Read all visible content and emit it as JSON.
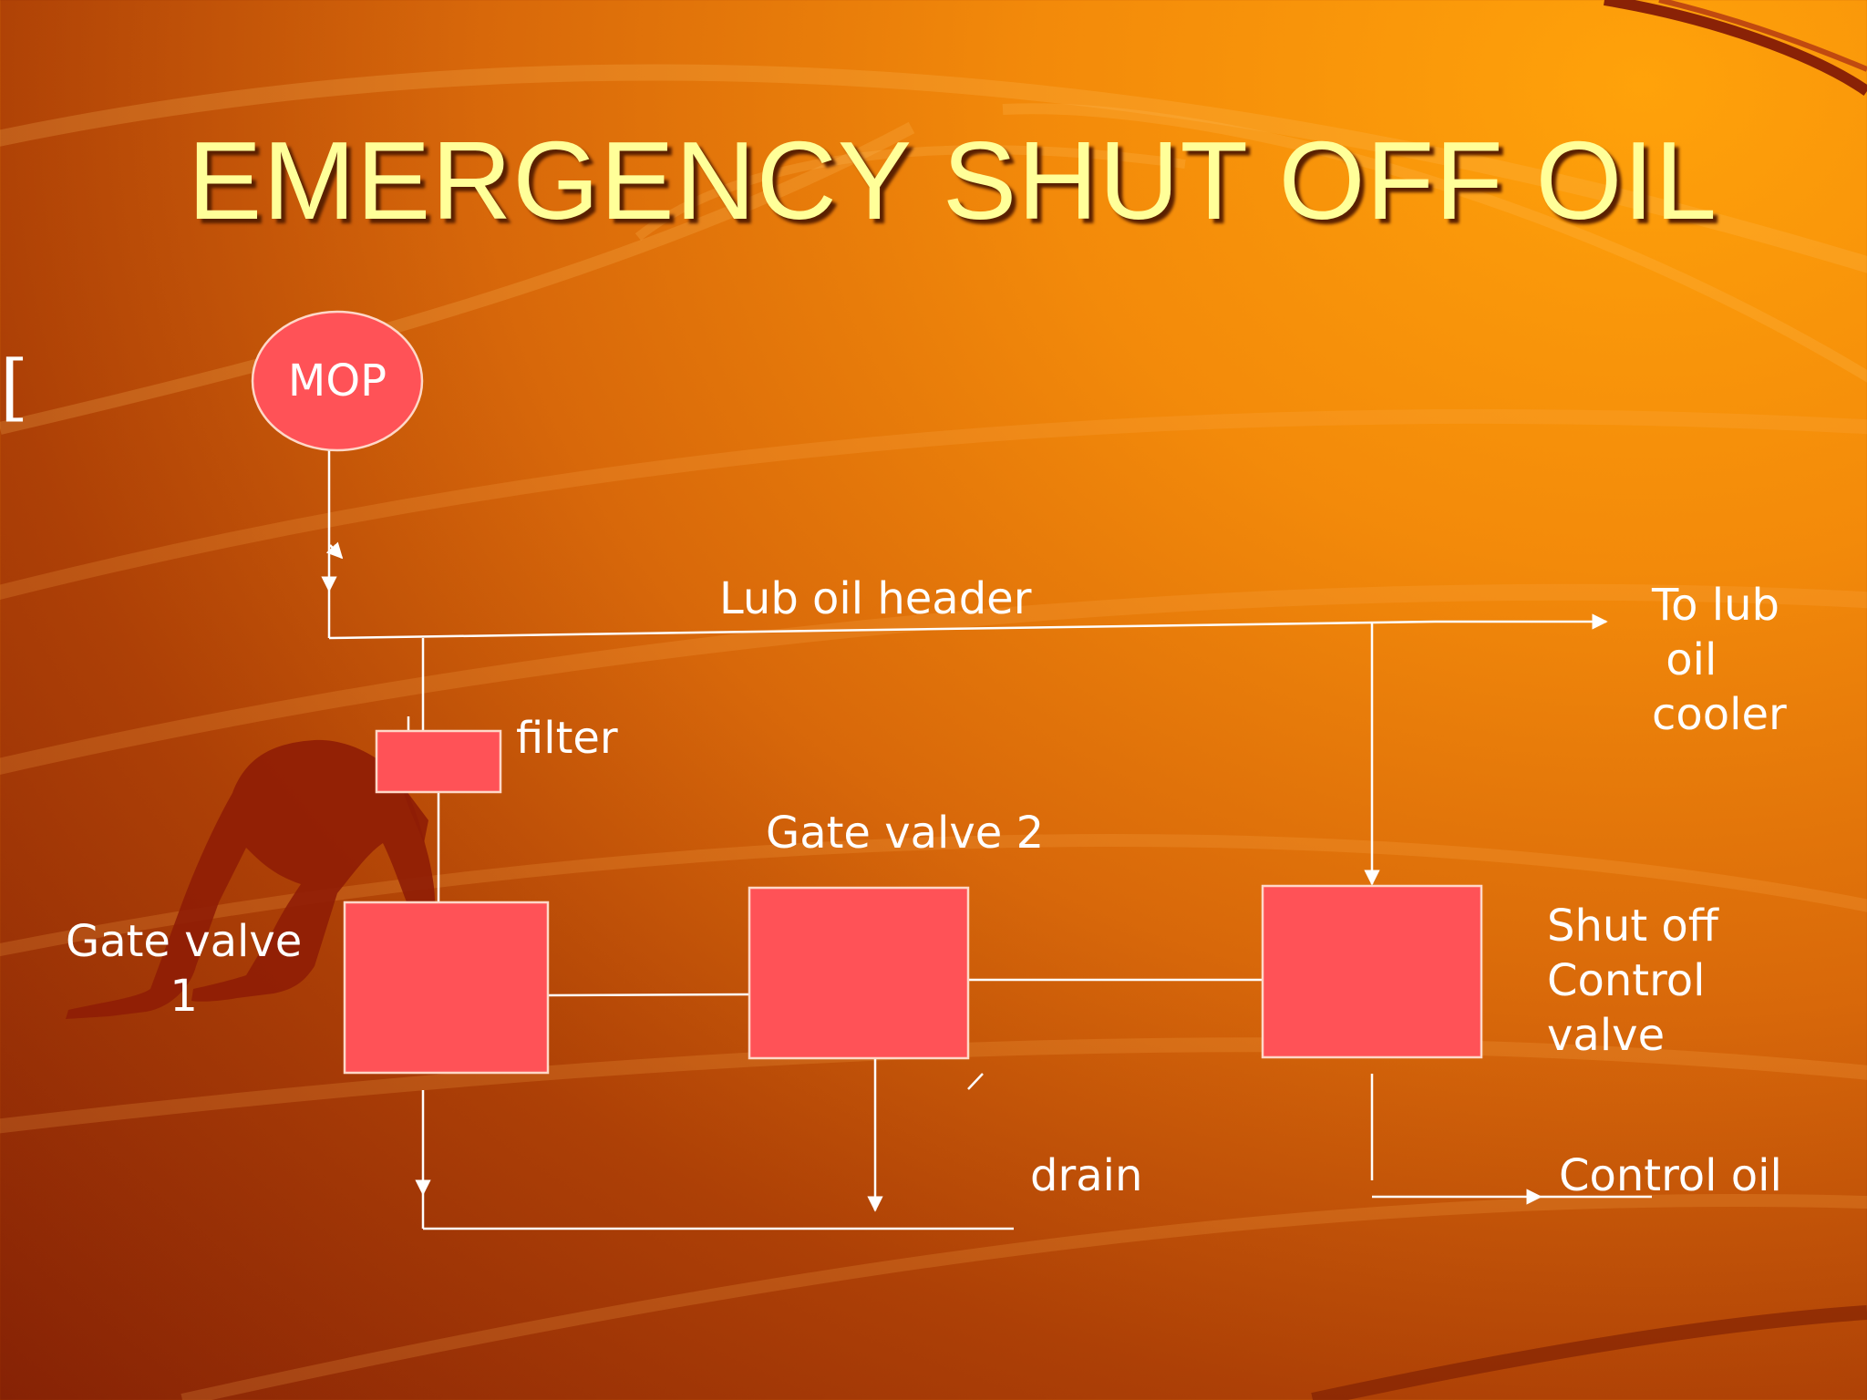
{
  "slide": {
    "title": "EMERGENCY SHUT OFF OIL",
    "title_color": "#ffff99",
    "background_colors": [
      "#ffa20a",
      "#d8680a",
      "#862205"
    ],
    "decor_icon": "sprinter-runner-icon"
  },
  "diagram": {
    "shape_fill": "#ff5257",
    "line_color": "#ffffff",
    "nodes": {
      "mop": {
        "label": "MOP",
        "shape": "ellipse"
      },
      "filter": {
        "label": "filter",
        "shape": "rect"
      },
      "gate_valve_1": {
        "label": "Gate valve\n1",
        "shape": "rect"
      },
      "gate_valve_2": {
        "label": "Gate valve 2",
        "shape": "rect"
      },
      "shut_off_valve": {
        "label": "Shut off\nControl\nvalve",
        "shape": "rect"
      }
    },
    "annotations": {
      "lub_oil_header": "Lub oil header",
      "to_cooler": "To lub\n oil\ncooler",
      "drain": "drain",
      "control_oil": "Control oil",
      "bracket": "["
    }
  }
}
